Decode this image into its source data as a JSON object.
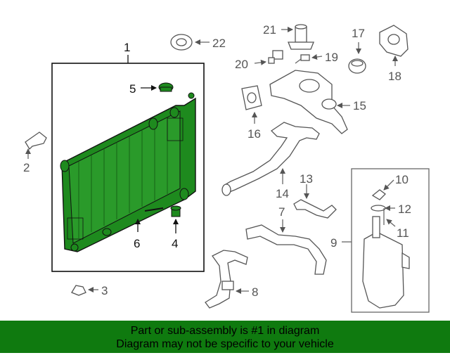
{
  "colors": {
    "highlight_green": "#1e8a1e",
    "footer_green": "#0f7a0f",
    "line_gray": "#666666"
  },
  "callouts": [
    "1",
    "2",
    "3",
    "4",
    "5",
    "6",
    "7",
    "8",
    "9",
    "10",
    "11",
    "12",
    "13",
    "14",
    "15",
    "16",
    "17",
    "18",
    "19",
    "20",
    "21",
    "22"
  ],
  "footer": {
    "line1": "Part or sub-assembly is #1 in diagram",
    "line2": "Diagram may not be specific to your vehicle"
  }
}
